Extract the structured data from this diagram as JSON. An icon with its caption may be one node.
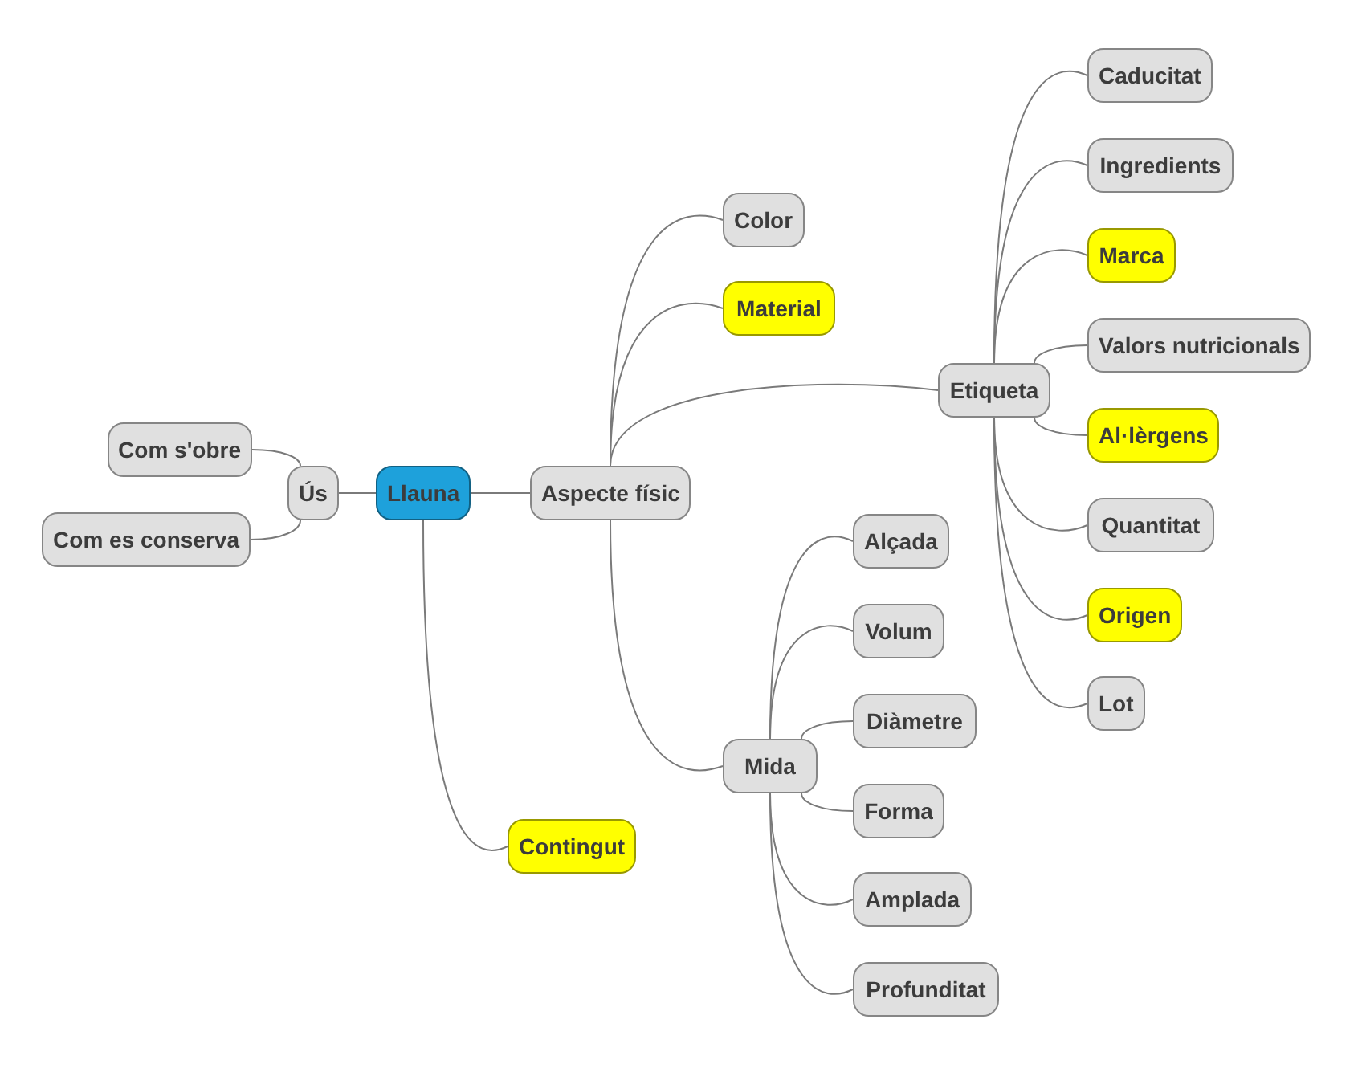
{
  "diagram": {
    "nodes": [
      {
        "text": [
          "Llauna"
        ]
      },
      {
        "text": [
          "Aspecte físic"
        ]
      },
      {
        "text": [
          "Color"
        ]
      },
      {
        "text": [
          "Material"
        ]
      },
      {
        "text": [
          "Etiqueta"
        ]
      },
      {
        "text": [
          "Caducitat"
        ]
      },
      {
        "text": [
          "Ingredients"
        ]
      },
      {
        "text": [
          "Marca"
        ]
      },
      {
        "text": [
          "Valors nutricionals"
        ]
      },
      {
        "text": [
          "Al·lèrgens"
        ]
      },
      {
        "text": [
          "Quantitat"
        ]
      },
      {
        "text": [
          "Origen"
        ]
      },
      {
        "text": [
          "Lot"
        ]
      },
      {
        "text": [
          "Mida"
        ]
      },
      {
        "text": [
          "Alçada"
        ]
      },
      {
        "text": [
          "Volum"
        ]
      },
      {
        "text": [
          "Diàmetre"
        ]
      },
      {
        "text": [
          "Forma"
        ]
      },
      {
        "text": [
          "Amplada"
        ]
      },
      {
        "text": [
          "Profunditat"
        ]
      },
      {
        "text": [
          "Contingut"
        ]
      },
      {
        "text": [
          "Ús"
        ]
      },
      {
        "text": [
          "Com s'obre"
        ]
      },
      {
        "text": [
          "Com es conserva"
        ]
      }
    ],
    "edges": [
      {
        "from": 0,
        "to": 1,
        "arrow": "none"
      },
      {
        "from": 1,
        "to": 2,
        "arrow": "none"
      },
      {
        "from": 1,
        "to": 3,
        "arrow": "none"
      },
      {
        "from": 1,
        "to": 4,
        "arrow": "none"
      },
      {
        "from": 4,
        "to": 5,
        "arrow": "none"
      },
      {
        "from": 4,
        "to": 6,
        "arrow": "none"
      },
      {
        "from": 4,
        "to": 7,
        "arrow": "none"
      },
      {
        "from": 4,
        "to": 8,
        "arrow": "none"
      },
      {
        "from": 4,
        "to": 9,
        "arrow": "none"
      },
      {
        "from": 4,
        "to": 10,
        "arrow": "none"
      },
      {
        "from": 4,
        "to": 11,
        "arrow": "none"
      },
      {
        "from": 4,
        "to": 12,
        "arrow": "none"
      },
      {
        "from": 1,
        "to": 13,
        "arrow": "none"
      },
      {
        "from": 13,
        "to": 14,
        "arrow": "none"
      },
      {
        "from": 13,
        "to": 15,
        "arrow": "none"
      },
      {
        "from": 13,
        "to": 16,
        "arrow": "none"
      },
      {
        "from": 13,
        "to": 17,
        "arrow": "none"
      },
      {
        "from": 13,
        "to": 18,
        "arrow": "none"
      },
      {
        "from": 13,
        "to": 19,
        "arrow": "none"
      },
      {
        "from": 0,
        "to": 20,
        "arrow": "none"
      },
      {
        "from": 0,
        "to": 21,
        "arrow": "none"
      },
      {
        "from": 21,
        "to": 22,
        "arrow": "none"
      },
      {
        "from": 21,
        "to": 23,
        "arrow": "none"
      }
    ]
  }
}
